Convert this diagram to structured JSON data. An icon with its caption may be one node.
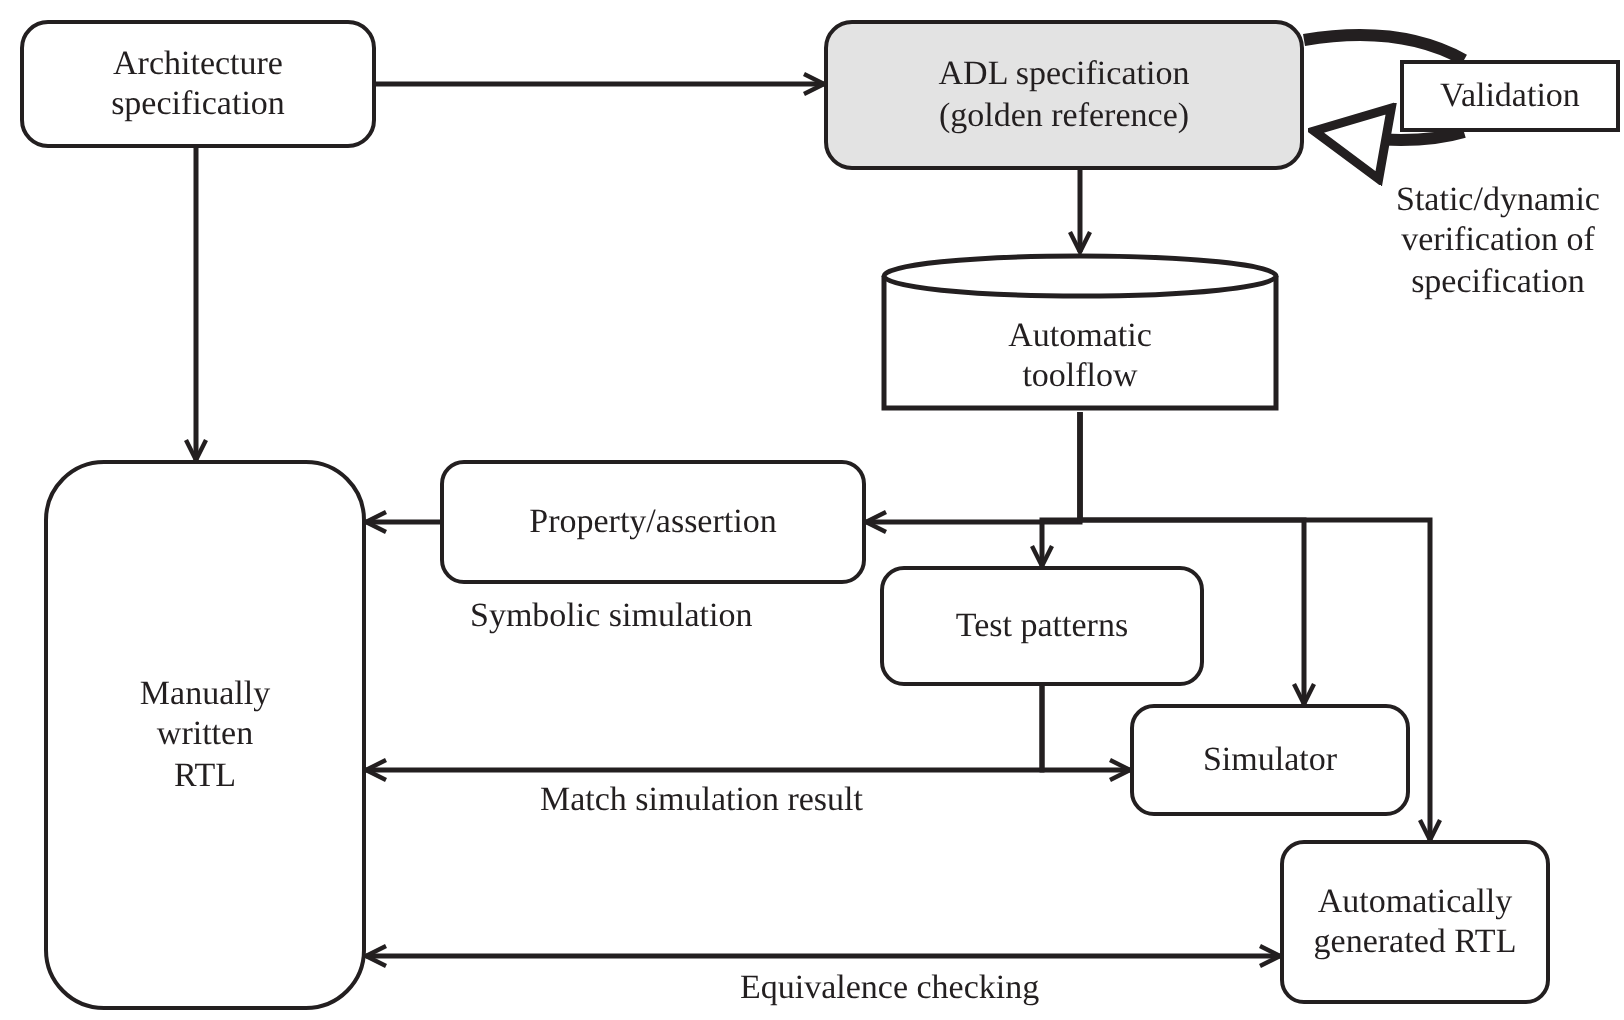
{
  "diagram": {
    "nodes": [
      {
        "text": [
          "Architecture specification"
        ]
      },
      {
        "text": [
          "ADL specification (golden reference)"
        ]
      },
      {
        "text": [
          "Validation"
        ]
      },
      {
        "text": [
          "Automatic toolflow"
        ]
      },
      {
        "text": [
          "Manually written RTL"
        ]
      },
      {
        "text": [
          "Property/assertion"
        ]
      },
      {
        "text": [
          "Test patterns"
        ]
      },
      {
        "text": [
          "Simulator"
        ]
      },
      {
        "text": [
          "Automatically generated RTL"
        ]
      }
    ],
    "edges": [
      {
        "from": 0,
        "to": 1,
        "arrow": "to"
      },
      {
        "from": 0,
        "to": 4,
        "arrow": "to"
      },
      {
        "from": 1,
        "to": 3,
        "arrow": "to"
      },
      {
        "from": 1,
        "to": 2,
        "arrow": "none",
        "style": "thick"
      },
      {
        "from": 2,
        "to": 1,
        "arrow": "to",
        "style": "thick"
      },
      {
        "from": 3,
        "to": 5,
        "arrow": "to"
      },
      {
        "from": 3,
        "to": 6,
        "arrow": "to"
      },
      {
        "from": 3,
        "to": 7,
        "arrow": "to"
      },
      {
        "from": 3,
        "to": 8,
        "arrow": "to"
      },
      {
        "from": 5,
        "to": 4,
        "arrow": "to",
        "label": "Symbolic simulation"
      },
      {
        "from": 6,
        "to": 4,
        "arrow": "to",
        "label": "Match simulation result"
      },
      {
        "from": 6,
        "to": 7,
        "arrow": "to"
      },
      {
        "from": 4,
        "to": 8,
        "arrow": "both",
        "label": "Equivalence checking"
      }
    ],
    "labels": [
      "Static/dynamic verification of specification"
    ]
  }
}
